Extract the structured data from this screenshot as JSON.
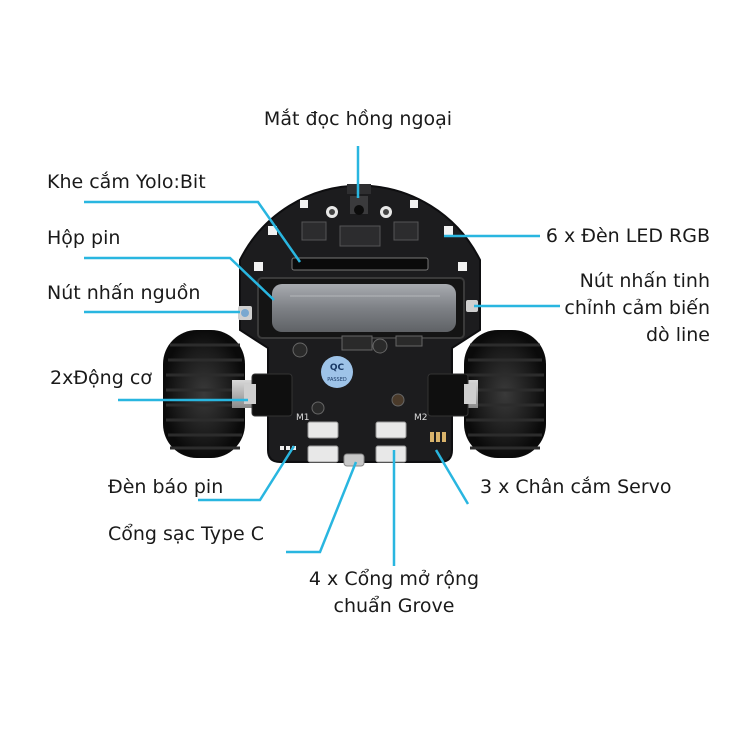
{
  "labels": {
    "ir_sensor": "Mắt đọc hồng ngoại",
    "yolobit_slot": "Khe cắm Yolo:Bit",
    "battery_box": "Hộp pin",
    "power_button": "Nút nhấn nguồn",
    "motors": "2xĐộng cơ",
    "battery_led": "Đèn báo pin",
    "typec_port": "Cổng sạc Type C",
    "grove_line1": "4 x Cổng mở rộng",
    "grove_line2": "chuẩn Grove",
    "servo_pins": "3 x Chân cắm Servo",
    "rgb_leds": "6 x Đèn LED RGB",
    "tune_line1": "Nút nhấn tinh",
    "tune_line2": "chỉnh cảm biến",
    "tune_line3": "dò line"
  },
  "board_text": {
    "qc_top": "QC",
    "qc_bottom": "PASSED",
    "motor_left": "M1",
    "motor_right": "M2"
  },
  "colors": {
    "callout": "#29b6e0",
    "board": "#1c1c1e",
    "tire": "#151515",
    "battery": "#8a8d92"
  }
}
